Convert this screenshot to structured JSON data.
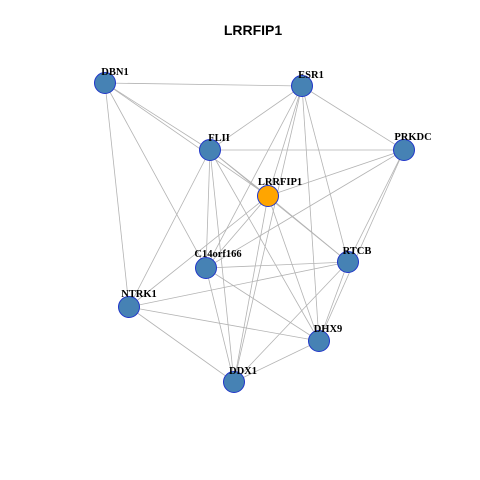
{
  "title": "LRRFIP1",
  "colors": {
    "node_fill": "#4682b4",
    "center_fill": "#ffa500",
    "node_stroke": "#1f35c8",
    "edge": "#b3b3b3"
  },
  "network": {
    "center": "LRRFIP1",
    "nodes": [
      {
        "id": "DBN1",
        "label": "DBN1"
      },
      {
        "id": "ESR1",
        "label": "ESR1"
      },
      {
        "id": "FLII",
        "label": "FLII"
      },
      {
        "id": "PRKDC",
        "label": "PRKDC"
      },
      {
        "id": "LRRFIP1",
        "label": "LRRFIP1"
      },
      {
        "id": "C14orf166",
        "label": "C14orf166"
      },
      {
        "id": "RTCB",
        "label": "RTCB"
      },
      {
        "id": "NTRK1",
        "label": "NTRK1"
      },
      {
        "id": "DHX9",
        "label": "DHX9"
      },
      {
        "id": "DDX1",
        "label": "DDX1"
      }
    ],
    "edges": [
      [
        "DBN1",
        "ESR1"
      ],
      [
        "DBN1",
        "FLII"
      ],
      [
        "DBN1",
        "LRRFIP1"
      ],
      [
        "DBN1",
        "C14orf166"
      ],
      [
        "DBN1",
        "NTRK1"
      ],
      [
        "ESR1",
        "FLII"
      ],
      [
        "ESR1",
        "PRKDC"
      ],
      [
        "ESR1",
        "LRRFIP1"
      ],
      [
        "ESR1",
        "C14orf166"
      ],
      [
        "ESR1",
        "RTCB"
      ],
      [
        "ESR1",
        "DHX9"
      ],
      [
        "ESR1",
        "DDX1"
      ],
      [
        "FLII",
        "PRKDC"
      ],
      [
        "FLII",
        "LRRFIP1"
      ],
      [
        "FLII",
        "C14orf166"
      ],
      [
        "FLII",
        "RTCB"
      ],
      [
        "FLII",
        "NTRK1"
      ],
      [
        "FLII",
        "DHX9"
      ],
      [
        "FLII",
        "DDX1"
      ],
      [
        "PRKDC",
        "LRRFIP1"
      ],
      [
        "PRKDC",
        "C14orf166"
      ],
      [
        "PRKDC",
        "RTCB"
      ],
      [
        "PRKDC",
        "DHX9"
      ],
      [
        "LRRFIP1",
        "C14orf166"
      ],
      [
        "LRRFIP1",
        "RTCB"
      ],
      [
        "LRRFIP1",
        "NTRK1"
      ],
      [
        "LRRFIP1",
        "DHX9"
      ],
      [
        "LRRFIP1",
        "DDX1"
      ],
      [
        "C14orf166",
        "RTCB"
      ],
      [
        "C14orf166",
        "DHX9"
      ],
      [
        "C14orf166",
        "DDX1"
      ],
      [
        "RTCB",
        "NTRK1"
      ],
      [
        "RTCB",
        "DHX9"
      ],
      [
        "RTCB",
        "DDX1"
      ],
      [
        "NTRK1",
        "DHX9"
      ],
      [
        "NTRK1",
        "DDX1"
      ],
      [
        "DHX9",
        "DDX1"
      ]
    ]
  }
}
